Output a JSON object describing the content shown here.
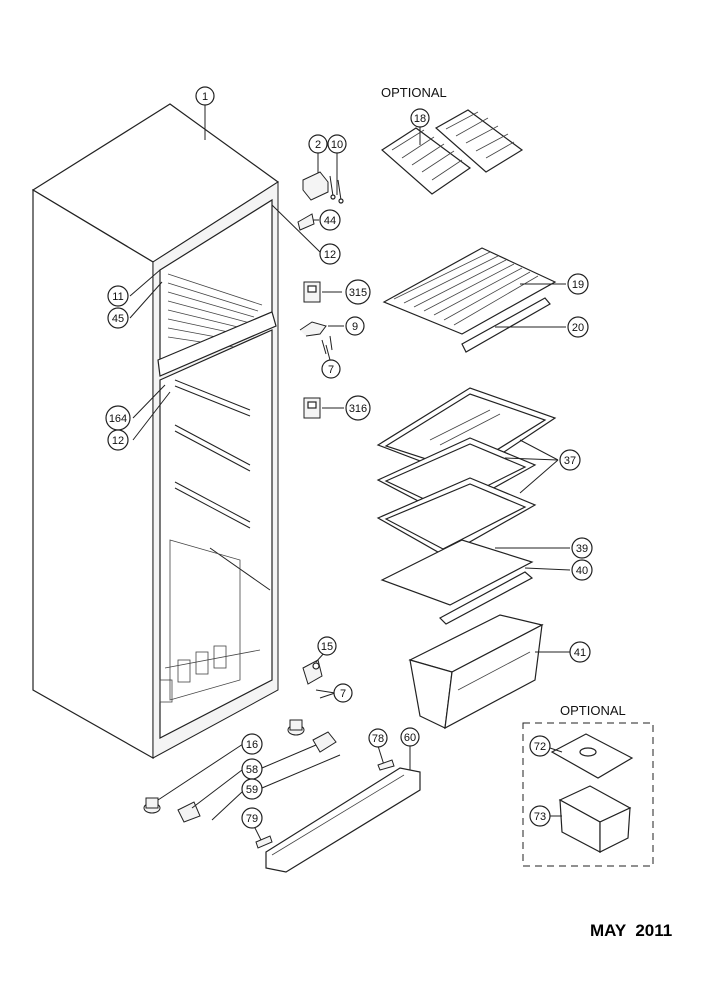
{
  "headings": {
    "optional_top": "OPTIONAL",
    "optional_box": "OPTIONAL",
    "date": "MAY  2011"
  },
  "callouts": [
    {
      "id": "c1",
      "text": "1"
    },
    {
      "id": "c2",
      "text": "2"
    },
    {
      "id": "c10",
      "text": "10"
    },
    {
      "id": "c44",
      "text": "44"
    },
    {
      "id": "c12a",
      "text": "12"
    },
    {
      "id": "c11",
      "text": "11"
    },
    {
      "id": "c45",
      "text": "45"
    },
    {
      "id": "c315",
      "text": "315"
    },
    {
      "id": "c9",
      "text": "9"
    },
    {
      "id": "c7a",
      "text": "7"
    },
    {
      "id": "c316",
      "text": "316"
    },
    {
      "id": "c164",
      "text": "164"
    },
    {
      "id": "c12b",
      "text": "12"
    },
    {
      "id": "c18",
      "text": "18"
    },
    {
      "id": "c19",
      "text": "19"
    },
    {
      "id": "c20",
      "text": "20"
    },
    {
      "id": "c37",
      "text": "37"
    },
    {
      "id": "c39",
      "text": "39"
    },
    {
      "id": "c40",
      "text": "40"
    },
    {
      "id": "c41",
      "text": "41"
    },
    {
      "id": "c15",
      "text": "15"
    },
    {
      "id": "c7b",
      "text": "7"
    },
    {
      "id": "c16",
      "text": "16"
    },
    {
      "id": "c58",
      "text": "58"
    },
    {
      "id": "c59",
      "text": "59"
    },
    {
      "id": "c78",
      "text": "78"
    },
    {
      "id": "c60",
      "text": "60"
    },
    {
      "id": "c79",
      "text": "79"
    },
    {
      "id": "c72",
      "text": "72"
    },
    {
      "id": "c73",
      "text": "73"
    }
  ]
}
